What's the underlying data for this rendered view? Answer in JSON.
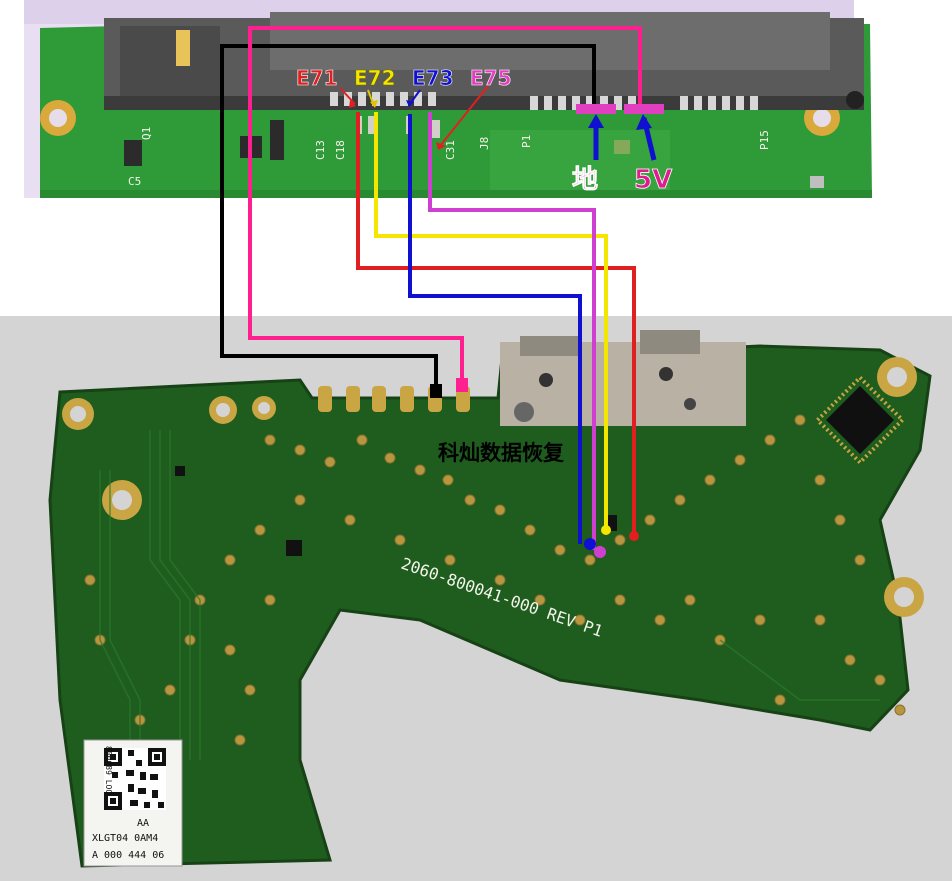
{
  "labels": {
    "e71": "E71",
    "e72": "E72",
    "e73": "E73",
    "e75": "E75",
    "ground": "地",
    "five_volt": "5V",
    "watermark": "科灿数据恢复",
    "board_number": "2060-800041-000 REV P1"
  },
  "sticker": {
    "side_code": "800089 LOO",
    "line1": "AA",
    "line2": "XLGT04 0AM4",
    "line3": "A 000 444 06"
  },
  "colors": {
    "e71": "#e02020",
    "e72": "#f5e600",
    "e73": "#1010d0",
    "e75": "#d040d0",
    "ground": "#000000",
    "five_volt": "#ff1f8f",
    "pcb": "#1f5d1f",
    "pcb_top": "#2f9a38"
  }
}
